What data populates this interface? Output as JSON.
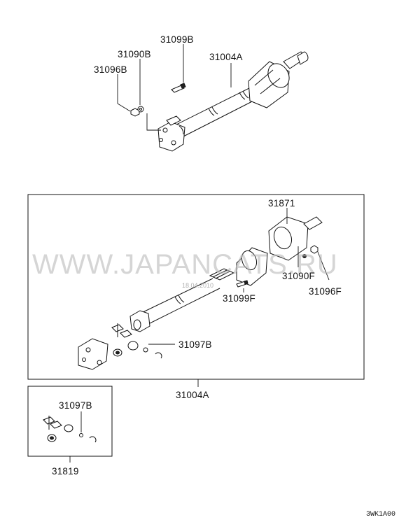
{
  "diagram": {
    "watermark": "WWW.JAPANCATS.RU",
    "watermark_small": "18.04.2010",
    "footer_code": "3WK1A00",
    "labels": {
      "p31099B": "31099B",
      "p31090B": "31090B",
      "p31096B": "31096B",
      "p31004A_top": "31004A",
      "p31871": "31871",
      "p31090F": "31090F",
      "p31096F": "31096F",
      "p31099F": "31099F",
      "p31097B_main": "31097B",
      "p31004A_box": "31004A",
      "p31097B_kit": "31097B",
      "p31819": "31819"
    }
  }
}
